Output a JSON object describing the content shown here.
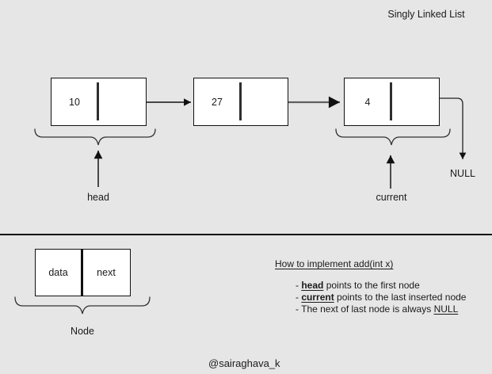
{
  "title": "Singly Linked List",
  "list": {
    "nodes": [
      {
        "value": "10"
      },
      {
        "value": "27"
      },
      {
        "value": "4"
      }
    ],
    "head_label": "head",
    "current_label": "current",
    "null_label": "NULL"
  },
  "node_struct": {
    "data_field": "data",
    "next_field": "next",
    "caption": "Node"
  },
  "notes": {
    "heading": "How to implement add(int x)",
    "bullets": [
      {
        "dash": "-",
        "term": "head",
        "rest": "points to the first node"
      },
      {
        "dash": "-",
        "term": "current",
        "rest": "points to the last inserted node"
      },
      {
        "dash": "-",
        "lead": "The next of last node is always",
        "term": "NULL"
      }
    ]
  },
  "footer": {
    "handle": "@sairaghava_k"
  },
  "colors": {
    "background": "#e6e6e6",
    "node_fill": "#ffffff",
    "line": "#111111",
    "text": "#1a1a1a"
  }
}
